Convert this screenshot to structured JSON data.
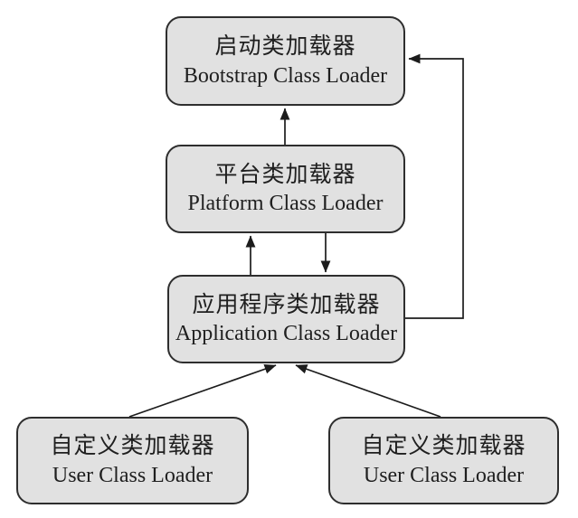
{
  "diagram": {
    "type": "flowchart",
    "nodes": [
      {
        "id": "bootstrap",
        "zh": "启动类加载器",
        "en": "Bootstrap Class Loader"
      },
      {
        "id": "platform",
        "zh": "平台类加载器",
        "en": "Platform Class Loader"
      },
      {
        "id": "application",
        "zh": "应用程序类加载器",
        "en": "Application Class Loader"
      },
      {
        "id": "user_left",
        "zh": "自定义类加载器",
        "en": "User Class Loader"
      },
      {
        "id": "user_right",
        "zh": "自定义类加载器",
        "en": "User Class Loader"
      }
    ],
    "edges": [
      {
        "from": "platform",
        "to": "bootstrap",
        "shape": "straight-up-arrow"
      },
      {
        "from": "application",
        "to": "platform",
        "shape": "straight-up-arrow"
      },
      {
        "from": "platform",
        "to": "application",
        "shape": "straight-down-arrow"
      },
      {
        "from": "application",
        "to": "bootstrap",
        "shape": "right-angle-loop-arrow"
      },
      {
        "from": "user_left",
        "to": "application",
        "shape": "diagonal-arrow"
      },
      {
        "from": "user_right",
        "to": "application",
        "shape": "diagonal-arrow"
      }
    ],
    "colors": {
      "background": "#ffffff",
      "node_fill": "#e1e1e1",
      "node_border": "#2e2e2e",
      "arrow": "#1c1c1c",
      "text": "#1f1f1f"
    }
  }
}
